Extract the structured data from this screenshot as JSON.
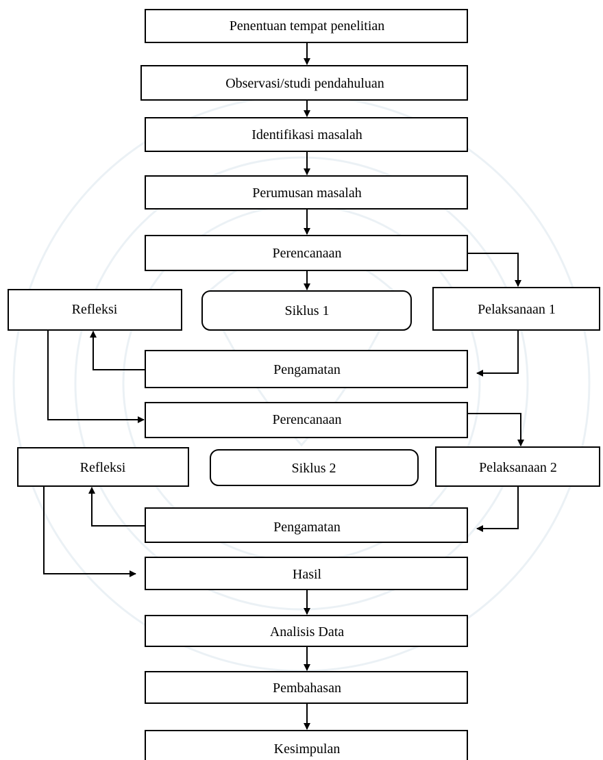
{
  "diagram": {
    "steps": {
      "penentuan": "Penentuan tempat penelitian",
      "observasi": "Observasi/studi pendahuluan",
      "identifikasi": "Identifikasi masalah",
      "perumusan": "Perumusan masalah",
      "perencanaan1": "Perencanaan",
      "siklus1": "Siklus 1",
      "refleksi1": "Refleksi",
      "pelaksanaan1": "Pelaksanaan 1",
      "pengamatan1": "Pengamatan",
      "perencanaan2": "Perencanaan",
      "refleksi2": "Refleksi",
      "siklus2": "Siklus 2",
      "pelaksanaan2": "Pelaksanaan 2",
      "pengamatan2": "Pengamatan",
      "hasil": "Hasil",
      "analisis": "Analisis Data",
      "pembahasan": "Pembahasan",
      "kesimpulan": "Kesimpulan"
    }
  },
  "colors": {
    "line": "#000000",
    "box_fill": "#ffffff",
    "watermark": "#d6e3ec"
  }
}
